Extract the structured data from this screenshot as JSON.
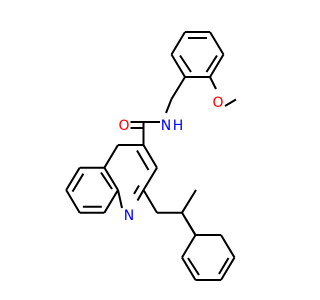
{
  "molecule": {
    "atoms": {
      "O_carbonyl": {
        "text": "O",
        "color": "#ff0000"
      },
      "N_amide": {
        "text": "N",
        "color": "#0000ff"
      },
      "H_amide": {
        "text": "H",
        "color": "#0000ff"
      },
      "O_methoxy": {
        "text": "O",
        "color": "#ff0000"
      },
      "N_quinoline": {
        "text": "N",
        "color": "#0000ff"
      }
    },
    "bond_color": "#000000",
    "background": "#ffffff"
  }
}
